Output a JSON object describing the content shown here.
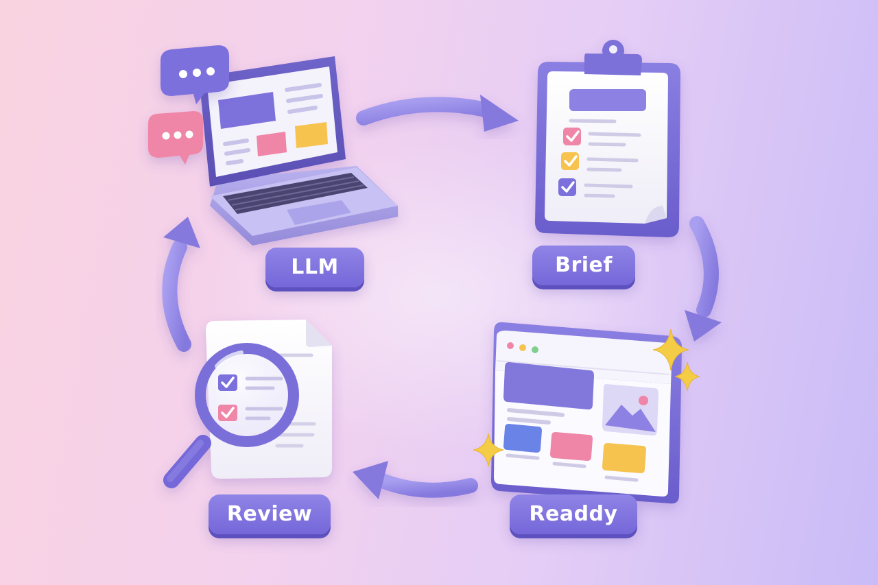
{
  "stages": {
    "llm": {
      "label": "LLM",
      "icon": "laptop-icon"
    },
    "brief": {
      "label": "Brief",
      "icon": "clipboard-icon"
    },
    "ready": {
      "label": "Readdy",
      "icon": "browser-window-icon"
    },
    "review": {
      "label": "Review",
      "icon": "magnifier-document-icon"
    }
  },
  "colors": {
    "primary": "#7b6fdd",
    "primary_dark": "#5d50bf",
    "light_purple": "#a79cf0",
    "pink": "#ef86a7",
    "yellow": "#f6c350",
    "blue": "#6b83e6",
    "white": "#fbfaff"
  }
}
